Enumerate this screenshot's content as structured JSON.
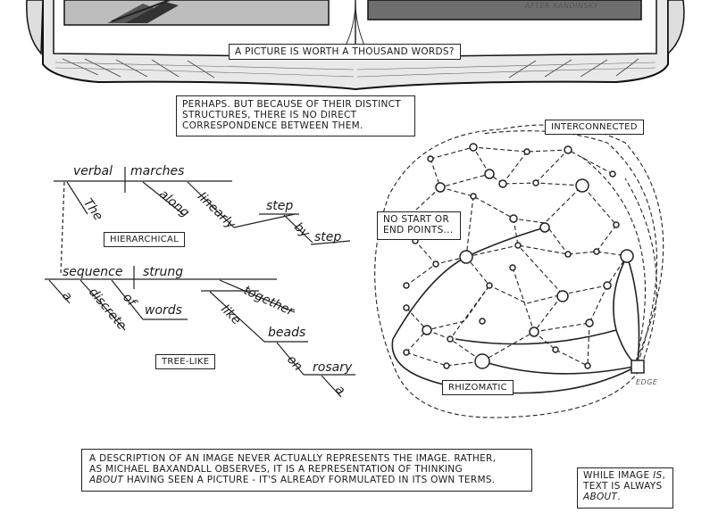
{
  "book": {
    "caption": "AFTER KANDINSKY",
    "question": "A PICTURE IS WORTH A THOUSAND WORDS?"
  },
  "perhaps_box": {
    "lines": [
      "PERHAPS. BUT BECAUSE OF THEIR DISTINCT",
      "STRUCTURES, THERE IS NO DIRECT",
      "CORRESPONDENCE BETWEEN THEM."
    ]
  },
  "tree": {
    "label_hierarchical": "HIERARCHICAL",
    "label_treelike": "TREE-LIKE",
    "words1": {
      "verbal": "verbal",
      "marches": "marches",
      "the": "The",
      "along": "along",
      "linearly": "linearly",
      "step1": "step",
      "by": "by",
      "step2": "step"
    },
    "words2": {
      "sequence": "sequence",
      "strung": "strung",
      "a1": "a",
      "discrete": "discrete",
      "of": "of",
      "words": "words",
      "together": "together",
      "like": "like",
      "beads": "beads",
      "on": "on",
      "rosary": "rosary",
      "a2": "a"
    }
  },
  "rhizome": {
    "interconnected": "INTERCONNECTED",
    "no_start": [
      "NO START OR",
      "END POINTS..."
    ],
    "rhizomatic": "RHIZOMATIC",
    "edge": "EDGE"
  },
  "bottom_box": {
    "line1": "A DESCRIPTION OF AN IMAGE NEVER ACTUALLY REPRESENTS THE IMAGE. RATHER,",
    "line2": "AS MICHAEL BAXANDALL OBSERVES, IT IS A REPRESENTATION OF THINKING",
    "line3_em": "ABOUT",
    "line3_rest": " HAVING SEEN A PICTURE - IT'S ALREADY FORMULATED IN ITS OWN TERMS."
  },
  "while_box": {
    "l1a": "WHILE IMAGE ",
    "l1b": "IS",
    "l1c": ",",
    "l2": "TEXT IS ALWAYS",
    "l3a": "ABOUT",
    "l3b": "."
  }
}
